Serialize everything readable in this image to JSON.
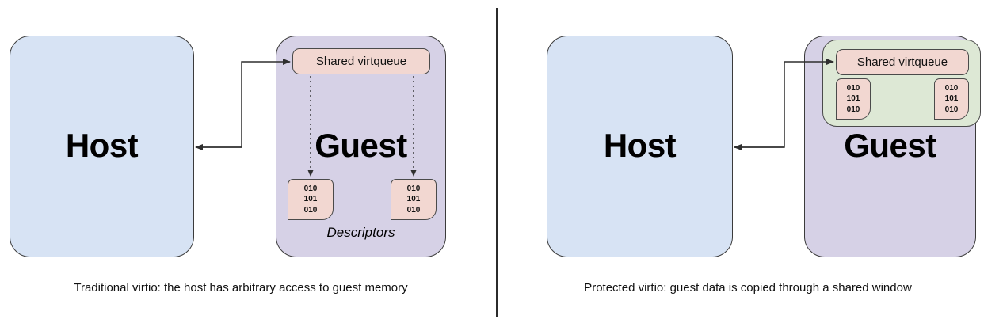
{
  "figure": {
    "title_left": "Traditional virtio",
    "title_right": "Protected virtio"
  },
  "panels": [
    {
      "id": "traditional",
      "host": {
        "label": "Host",
        "color": "#d7e3f4"
      },
      "guest": {
        "label": "Guest",
        "color": "#d6d1e6"
      },
      "virtqueue": {
        "label": "Shared virtqueue",
        "color": "#f2d7d1"
      },
      "descriptors": [
        {
          "lines": [
            "010",
            "101",
            "010"
          ]
        },
        {
          "lines": [
            "010",
            "101",
            "010"
          ]
        }
      ],
      "descriptors_label": "Descriptors",
      "caption": "Traditional virtio: the host has arbitrary access to guest memory"
    },
    {
      "id": "protected",
      "host": {
        "label": "Host",
        "color": "#d7e3f4"
      },
      "guest": {
        "label": "Guest",
        "color": "#d6d1e6"
      },
      "shared_window": {
        "color": "#dde8d5"
      },
      "virtqueue": {
        "label": "Shared virtqueue",
        "color": "#f2d7d1"
      },
      "descriptors": [
        {
          "lines": [
            "010",
            "101",
            "010"
          ]
        },
        {
          "lines": [
            "010",
            "101",
            "010"
          ]
        }
      ],
      "caption": "Protected virtio: guest data is copied through a shared window"
    }
  ],
  "colors": {
    "host_fill": "#d7e3f4",
    "guest_fill": "#d6d1e6",
    "queue_fill": "#f2d7d1",
    "window_fill": "#dde8d5",
    "stroke": "#3b3b3b",
    "divider": "#2b2b2b",
    "text": "#111111"
  }
}
